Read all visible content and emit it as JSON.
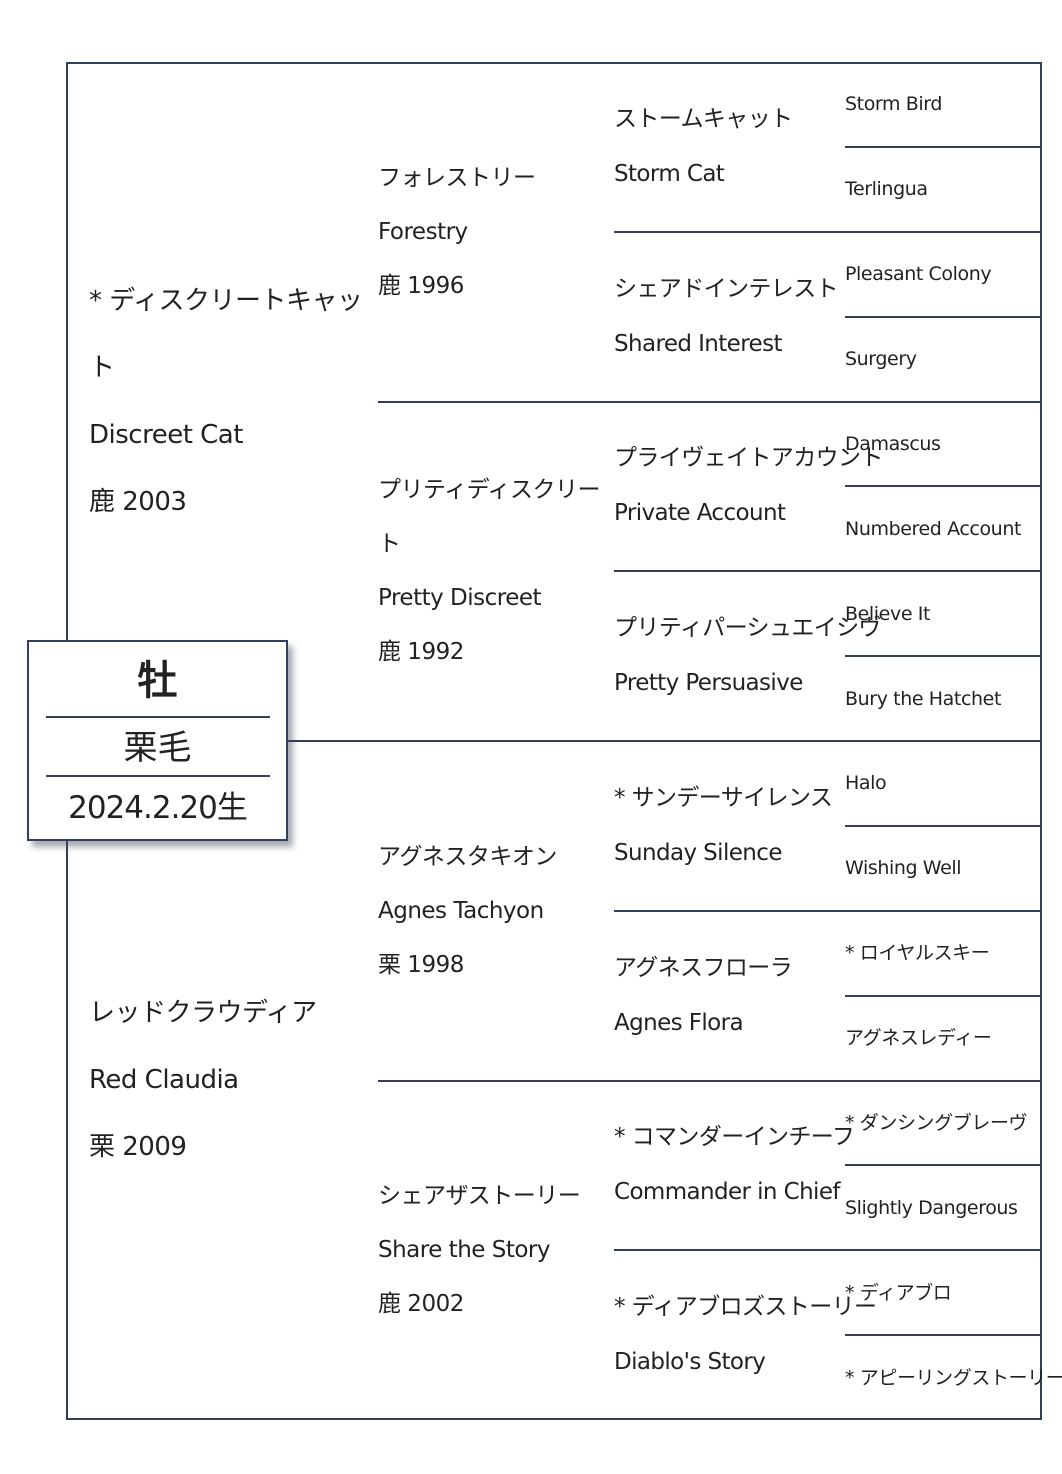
{
  "horse": {
    "sex": "牡",
    "color": "栗毛",
    "birth": "2024.2.20生"
  },
  "pedigree": {
    "gen1": [
      [
        "* ディスクリートキャット",
        "Discreet Cat",
        "鹿 2003"
      ],
      [
        "レッドクラウディア",
        "Red Claudia",
        "栗 2009"
      ]
    ],
    "gen2": [
      [
        "フォレストリー",
        "Forestry",
        "鹿 1996"
      ],
      [
        "プリティディスクリート",
        "Pretty Discreet",
        "鹿 1992"
      ],
      [
        "アグネスタキオン",
        "Agnes Tachyon",
        "栗 1998"
      ],
      [
        "シェアザストーリー",
        "Share the Story",
        "鹿 2002"
      ]
    ],
    "gen3": [
      [
        "ストームキャット",
        "Storm Cat"
      ],
      [
        "シェアドインテレスト",
        "Shared Interest"
      ],
      [
        "プライヴェイトアカウント",
        "Private Account"
      ],
      [
        "プリティパーシュエイシヴ",
        "Pretty Persuasive"
      ],
      [
        "* サンデーサイレンス",
        "Sunday Silence"
      ],
      [
        "アグネスフローラ",
        "Agnes Flora"
      ],
      [
        "* コマンダーインチーフ",
        "Commander in Chief"
      ],
      [
        "* ディアブロズストーリー",
        "Diablo's Story"
      ]
    ],
    "gen4": [
      "Storm Bird",
      "Terlingua",
      "Pleasant Colony",
      "Surgery",
      "Damascus",
      "Numbered Account",
      "Believe It",
      "Bury the Hatchet",
      "Halo",
      "Wishing Well",
      "* ロイヤルスキー",
      "アグネスレディー",
      "* ダンシングブレーヴ",
      "Slightly Dangerous",
      "* ディアブロ",
      "* アピーリングストーリー"
    ]
  },
  "colors": {
    "line": "#34405a",
    "text": "#222222"
  }
}
